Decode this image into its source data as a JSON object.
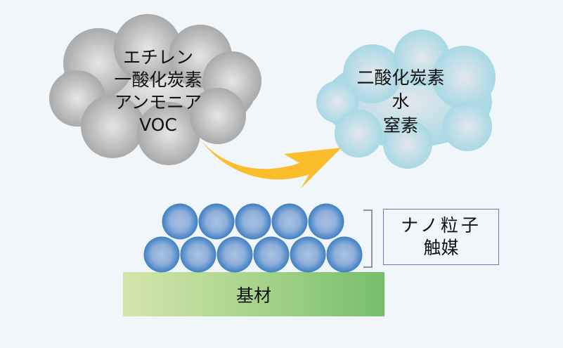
{
  "background_color": "#f1f6fa",
  "pollutant_cloud": {
    "lines": [
      "エチレン",
      "一酸化炭素",
      "アンモニア",
      "VOC"
    ],
    "color": "#a8a8a8"
  },
  "product_cloud": {
    "lines": [
      "二酸化炭素",
      "水",
      "窒素"
    ],
    "color": "#a4d8e4"
  },
  "arrow": {
    "color": "#fbbd2c",
    "direction": "left-to-right"
  },
  "catalyst": {
    "label_lines": [
      "ナノ粒子",
      "触媒"
    ],
    "particle_color": "#4a86c6",
    "top_row_count": 5,
    "bottom_row_count": 6,
    "box_border_color": "#7d72b4"
  },
  "substrate": {
    "label": "基材",
    "gradient": [
      "#d4e6ac",
      "#76bf6c"
    ]
  }
}
